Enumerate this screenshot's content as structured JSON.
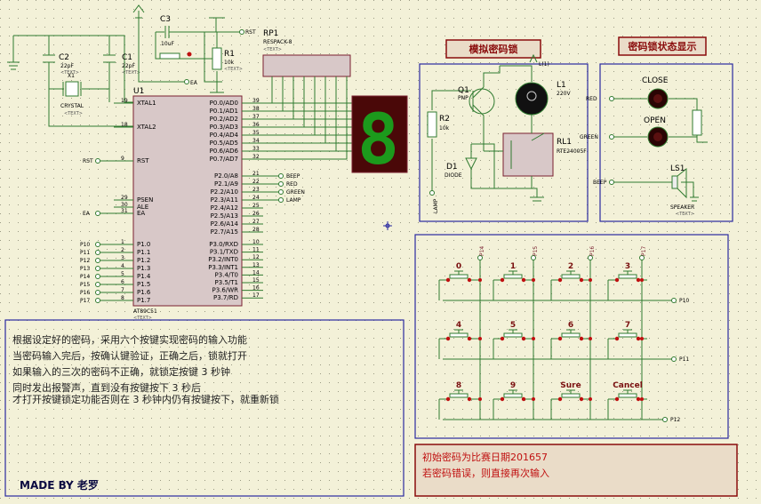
{
  "components": {
    "rst_top": "RST",
    "c3": {
      "name": "C3",
      "value": "10uF"
    },
    "rp1": {
      "name": "RP1",
      "part": "RESPACK-8",
      "text": "<TEXT>"
    },
    "r1": {
      "name": "R1",
      "value": "10k",
      "text": "<TEXT>"
    },
    "ea_top": "EA",
    "c2": {
      "name": "C2",
      "value": "22pF",
      "text": "<TEXT>"
    },
    "c1": {
      "name": "C1",
      "value": "22pF",
      "text": "<TEXT>"
    },
    "x1": {
      "name": "X1",
      "part": "CRYSTAL",
      "text": "<TEXT>"
    },
    "u1": {
      "name": "U1",
      "part": "AT89C51",
      "text": "<TEXT>"
    },
    "q1": {
      "name": "Q1",
      "part": "PNP"
    },
    "r2": {
      "name": "R2",
      "value": "10k"
    },
    "l1": {
      "name": "L1",
      "value": "220V",
      "node": "L(1)"
    },
    "d1": {
      "name": "D1",
      "part": "DIODE"
    },
    "rl1": {
      "name": "RL1",
      "part": "RTE24005F"
    },
    "lamp": "LAMP",
    "close": "CLOSE",
    "open": "OPEN",
    "ls1": {
      "name": "LS1",
      "part": "SPEAKER",
      "text": "<TEXT>"
    },
    "red": "RED",
    "green": "GREEN",
    "beep": "BEEP"
  },
  "u1_left_pins": [
    {
      "num": "19",
      "name": "XTAL1",
      "net": ""
    },
    {
      "num": "18",
      "name": "XTAL2",
      "net": ""
    },
    {
      "num": "9",
      "name": "RST",
      "net": "RST"
    },
    {
      "num": "29",
      "name": "PSEN",
      "net": ""
    },
    {
      "num": "30",
      "name": "ALE",
      "net": ""
    },
    {
      "num": "31",
      "name": "EA",
      "net": "EA"
    },
    {
      "num": "1",
      "name": "P1.0",
      "net": "P10"
    },
    {
      "num": "2",
      "name": "P1.1",
      "net": "P11"
    },
    {
      "num": "3",
      "name": "P1.2",
      "net": "P12"
    },
    {
      "num": "4",
      "name": "P1.3",
      "net": "P13"
    },
    {
      "num": "5",
      "name": "P1.4",
      "net": "P14"
    },
    {
      "num": "6",
      "name": "P1.5",
      "net": "P15"
    },
    {
      "num": "7",
      "name": "P1.6",
      "net": "P16"
    },
    {
      "num": "8",
      "name": "P1.7",
      "net": "P17"
    }
  ],
  "u1_right_pins": [
    {
      "num": "39",
      "name": "P0.0/AD0",
      "net": ""
    },
    {
      "num": "38",
      "name": "P0.1/AD1",
      "net": ""
    },
    {
      "num": "37",
      "name": "P0.2/AD2",
      "net": ""
    },
    {
      "num": "36",
      "name": "P0.3/AD3",
      "net": ""
    },
    {
      "num": "35",
      "name": "P0.4/AD4",
      "net": ""
    },
    {
      "num": "34",
      "name": "P0.5/AD5",
      "net": ""
    },
    {
      "num": "33",
      "name": "P0.6/AD6",
      "net": ""
    },
    {
      "num": "32",
      "name": "P0.7/AD7",
      "net": ""
    },
    {
      "num": "21",
      "name": "P2.0/A8",
      "net": "BEEP"
    },
    {
      "num": "22",
      "name": "P2.1/A9",
      "net": "RED"
    },
    {
      "num": "23",
      "name": "P2.2/A10",
      "net": "GREEN"
    },
    {
      "num": "24",
      "name": "P2.3/A11",
      "net": "LAMP"
    },
    {
      "num": "25",
      "name": "P2.4/A12",
      "net": ""
    },
    {
      "num": "26",
      "name": "P2.5/A13",
      "net": ""
    },
    {
      "num": "27",
      "name": "P2.6/A14",
      "net": ""
    },
    {
      "num": "28",
      "name": "P2.7/A15",
      "net": ""
    },
    {
      "num": "10",
      "name": "P3.0/RXD",
      "net": ""
    },
    {
      "num": "11",
      "name": "P3.1/TXD",
      "net": ""
    },
    {
      "num": "12",
      "name": "P3.2/INT0",
      "net": ""
    },
    {
      "num": "13",
      "name": "P3.3/INT1",
      "net": ""
    },
    {
      "num": "14",
      "name": "P3.4/T0",
      "net": ""
    },
    {
      "num": "15",
      "name": "P3.5/T1",
      "net": ""
    },
    {
      "num": "16",
      "name": "P3.6/WR",
      "net": ""
    },
    {
      "num": "17",
      "name": "P3.7/RD",
      "net": ""
    }
  ],
  "seg_display_digit": "8",
  "panels": {
    "lock_title": "模拟密码锁",
    "status_title": "密码锁状态显示"
  },
  "keypad": {
    "columns": [
      "P14",
      "P15",
      "P16",
      "P17"
    ],
    "rows": [
      "P10",
      "P11",
      "P12"
    ],
    "keys": [
      [
        "0",
        "1",
        "2",
        "3"
      ],
      [
        "4",
        "5",
        "6",
        "7"
      ],
      [
        "8",
        "9",
        "Sure",
        "Cancel"
      ]
    ]
  },
  "description": [
    "根据设定好的密码，采用六个按键实现密码的输入功能",
    "当密码输入完后，按确认键验证，正确之后，锁就打开",
    "如果输入的三次的密码不正确，就锁定按键 3 秒钟",
    "同时发出报警声，直到没有按键按下 3 秒后",
    "才打开按键锁定功能否则在 3 秒钟内仍有按键按下，就重新锁"
  ],
  "credit": "MADE BY 老罗",
  "note": [
    "初始密码为比赛日期201657",
    "若密码错误，则直接再次输入"
  ],
  "colors": {
    "background": "#f3f1d8",
    "wire": "#2f7a2f",
    "frame_blue": "#2a2aa0",
    "panel_red": "#8a0c0c",
    "led_red": "#c01010"
  }
}
